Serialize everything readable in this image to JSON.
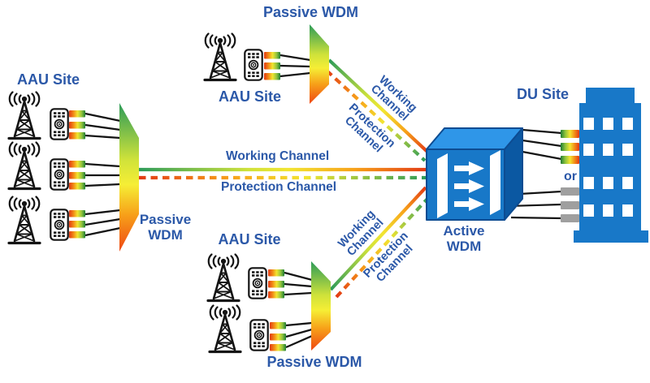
{
  "labels": {
    "aau_site": "AAU Site",
    "du_site": "DU Site",
    "passive_wdm": "Passive WDM",
    "passive_word1": "Passive",
    "passive_word2": "WDM",
    "active_word1": "Active",
    "active_word2": "WDM",
    "working_channel": "Working Channel",
    "protection_channel": "Protection Channel",
    "working_word1": "Working",
    "working_word2": "Channel",
    "protection_word1": "Protection",
    "protection_word2": "Channel",
    "or": "or"
  },
  "colors": {
    "label_blue": "#2b58a8",
    "cube_front": "#1878c8",
    "cube_top": "#2f96e8",
    "cube_side": "#0b58a2",
    "building_blue": "#1878c8",
    "connector_gray": "#9f9f9f",
    "wdm_green": "#2c9b59",
    "wdm_yellow": "#f2e531",
    "wdm_orange": "#f7a119",
    "wdm_red": "#e23914",
    "line_black": "#141414"
  }
}
